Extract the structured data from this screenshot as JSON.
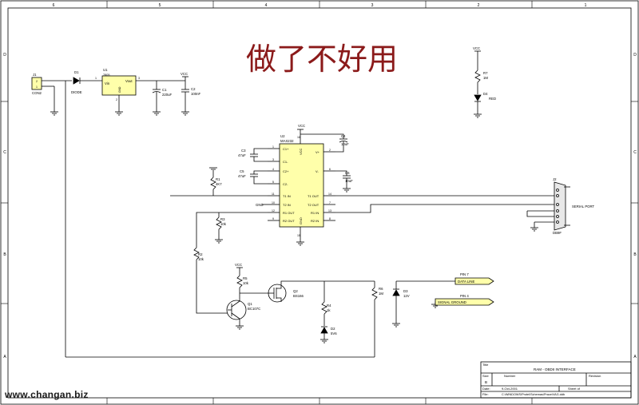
{
  "banner": "做了不好用",
  "watermark": "www.changan.biz",
  "border": {
    "columns": [
      "6",
      "5",
      "4",
      "3",
      "2",
      "1"
    ],
    "rows": [
      "D",
      "C",
      "B",
      "A"
    ]
  },
  "components": {
    "j1": {
      "ref": "J1",
      "pins": [
        "2",
        "1"
      ],
      "value": "CON2"
    },
    "d1": {
      "ref": "D1",
      "value": "DIODE"
    },
    "u1": {
      "ref": "U1",
      "value": "7805",
      "vin": "Vin",
      "vout": "Vout",
      "gnd": "GND",
      "pin1": "1",
      "pin2": "2",
      "pin3": "3"
    },
    "c1": {
      "ref": "C1",
      "value": "220uF"
    },
    "c2": {
      "ref": "C2",
      "value": "100nF"
    },
    "vcc_labels": [
      "VCC",
      "VCC",
      "VCC",
      "VCC"
    ],
    "r7": {
      "ref": "R7",
      "value": "1M"
    },
    "d4": {
      "ref": "D4",
      "value": "RED"
    },
    "u2": {
      "ref": "U2",
      "value": "MAX232",
      "pins_left": [
        "C1+",
        "C1-",
        "C2+",
        "C2-",
        "T1 IN",
        "T2 IN",
        "R1 OUT",
        "R2 OUT"
      ],
      "pins_right": [
        "V+",
        "V-",
        "T1 OUT",
        "T2 OUT",
        "R1 IN",
        "R2 IN"
      ],
      "vcc_pin": "VCC",
      "gnd_pin": "GND",
      "pin_numbers_left": [
        "1",
        "3",
        "4",
        "5",
        "11",
        "10",
        "12",
        "9"
      ],
      "pin_numbers_right": [
        "2",
        "6",
        "14",
        "7",
        "13",
        "8"
      ],
      "pin_vcc": "16",
      "pin_gnd": "15"
    },
    "c3": {
      "ref": "C3",
      "value": "47uF"
    },
    "c4": {
      "ref": "C4",
      "value": "10uF"
    },
    "c5": {
      "ref": "C5",
      "value": "47uF"
    },
    "c6": {
      "ref": "C6",
      "value": "10uF"
    },
    "r1": {
      "ref": "R1",
      "value": "4K7"
    },
    "r3": {
      "ref": "R3",
      "value": "10k"
    },
    "r2": {
      "ref": "R2",
      "value": "10k"
    },
    "r5": {
      "ref": "R5",
      "value": "10k"
    },
    "q1": {
      "ref": "Q1",
      "value": "BC107C"
    },
    "q2": {
      "ref": "Q2",
      "value": "BS166"
    },
    "r4": {
      "ref": "R4",
      "value": "1k"
    },
    "r6": {
      "ref": "R6",
      "value": "1M"
    },
    "d2": {
      "ref": "D2",
      "value": "5V6"
    },
    "d3": {
      "ref": "D3",
      "value": "12V"
    },
    "j2": {
      "ref": "J2",
      "value": "DB9F",
      "note": "SERIAL PORT"
    },
    "pin7": {
      "label": "PIN 7",
      "net": "DATA LINE"
    },
    "pin4": {
      "label": "PIN 4",
      "net": "SIGNAL GROUND"
    },
    "gnd_net": "GND"
  },
  "title_block": {
    "title_label": "Title",
    "title": "RAM - OBDII INTERFACE",
    "size_label": "Size",
    "size": "B",
    "number_label": "Number",
    "revision_label": "Revision",
    "date_label": "Date:",
    "date": "9-Oct-2001",
    "sheet_label": "Sheet of",
    "file_label": "File:",
    "file": "C:\\WINDOWS\\Protel\\Schemas\\Prace\\VAG.ddb"
  }
}
